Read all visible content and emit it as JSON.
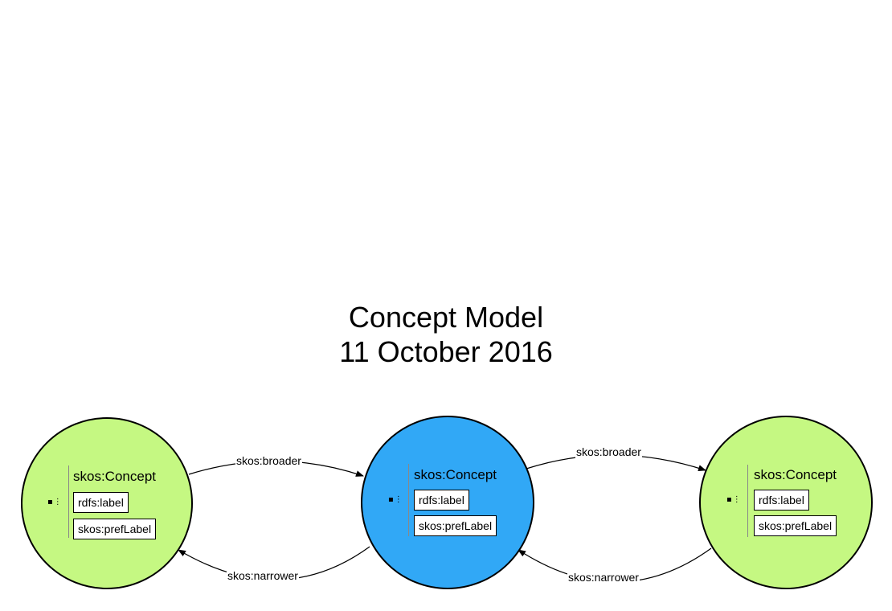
{
  "title": {
    "line1": "Concept Model",
    "line2": "11 October 2016"
  },
  "colors": {
    "concept_green": "#c5f882",
    "concept_blue": "#31a8f6"
  },
  "nodes": [
    {
      "class_label": "skos:Concept",
      "properties": [
        "rdfs:label",
        "skos:prefLabel"
      ],
      "color": "#c5f882",
      "handle_icon": "expand-handle-icon"
    },
    {
      "class_label": "skos:Concept",
      "properties": [
        "rdfs:label",
        "skos:prefLabel"
      ],
      "color": "#31a8f6",
      "handle_icon": "expand-handle-icon"
    },
    {
      "class_label": "skos:Concept",
      "properties": [
        "rdfs:label",
        "skos:prefLabel"
      ],
      "color": "#c5f882",
      "handle_icon": "expand-handle-icon"
    }
  ],
  "edges": [
    {
      "label": "skos:broader"
    },
    {
      "label": "skos:narrower"
    },
    {
      "label": "skos:broader"
    },
    {
      "label": "skos:narrower"
    }
  ]
}
